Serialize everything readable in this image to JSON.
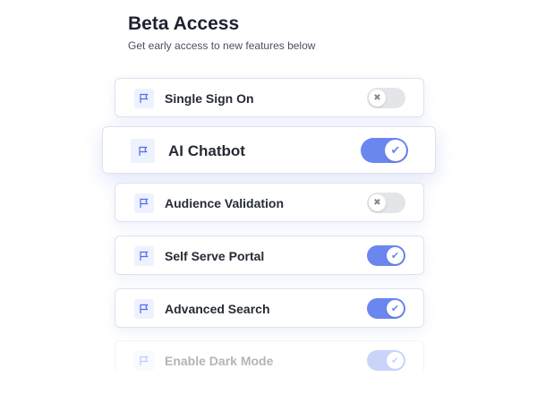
{
  "header": {
    "title": "Beta Access",
    "subtitle": "Get early access to new features below"
  },
  "features": [
    {
      "label": "Single Sign On",
      "enabled": false
    },
    {
      "label": "AI Chatbot",
      "enabled": true
    },
    {
      "label": "Audience Validation",
      "enabled": false
    },
    {
      "label": "Self Serve Portal",
      "enabled": true
    },
    {
      "label": "Advanced Search",
      "enabled": true
    },
    {
      "label": "Enable Dark Mode",
      "enabled": true
    }
  ],
  "colors": {
    "accent": "#6a87f0",
    "icon_bg": "#eef1fe"
  }
}
